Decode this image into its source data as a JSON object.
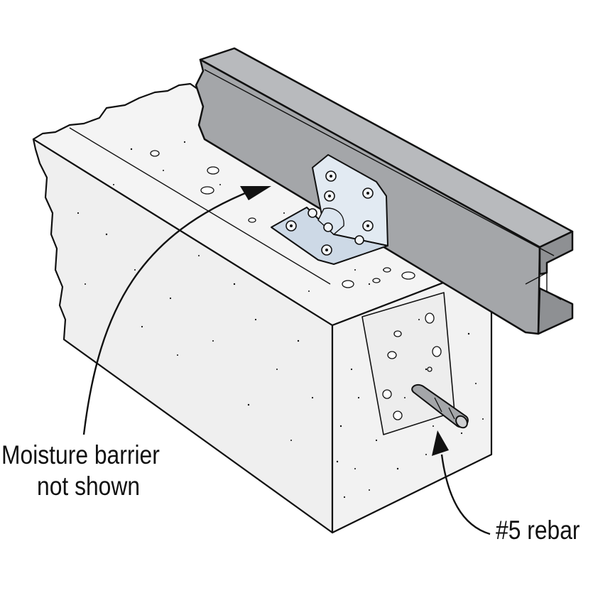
{
  "labels": {
    "moisture_barrier_line1": "Moisture barrier",
    "moisture_barrier_line2": "not shown",
    "rebar": "#5 rebar"
  },
  "colors": {
    "concrete": "#efefef",
    "concrete_top": "#f4f4f4",
    "channel": "#a4a6a9",
    "channel_dark": "#8e9093",
    "bracket": "#cdd9e6",
    "bracket_light": "#e2eaf2",
    "outline": "#111111"
  }
}
